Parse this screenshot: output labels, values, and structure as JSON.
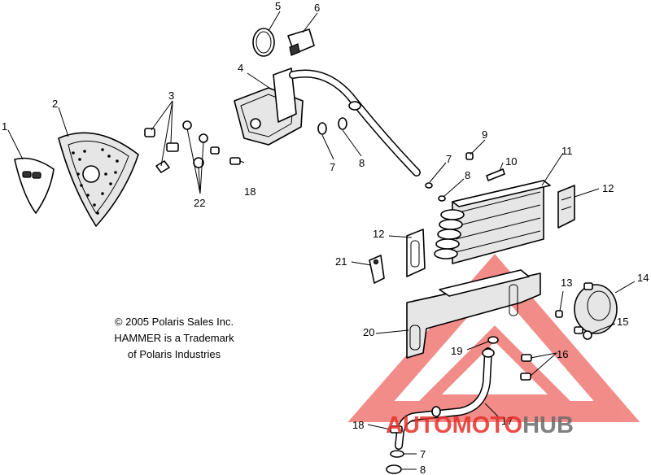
{
  "callouts": {
    "n1": "1",
    "n2": "2",
    "n3": "3",
    "n4": "4",
    "n5": "5",
    "n6": "6",
    "n7a": "7",
    "n7b": "7",
    "n7c": "7",
    "n8a": "8",
    "n8b": "8",
    "n8c": "8",
    "n9": "9",
    "n10": "10",
    "n11": "11",
    "n12a": "12",
    "n12b": "12",
    "n13": "13",
    "n14": "14",
    "n15": "15",
    "n16": "16",
    "n17": "17",
    "n18a": "18",
    "n18b": "18",
    "n19": "19",
    "n20": "20",
    "n21": "21",
    "n22": "22"
  },
  "copyright": {
    "line1": "© 2005 Polaris Sales Inc.",
    "line2": "HAMMER is a Trademark",
    "line3": "of Polaris Industries"
  },
  "watermark": {
    "part1": "AUTOMOTO",
    "part2": "HUB",
    "color_red": "#e8302a",
    "color_grey": "#6b6b6b"
  }
}
